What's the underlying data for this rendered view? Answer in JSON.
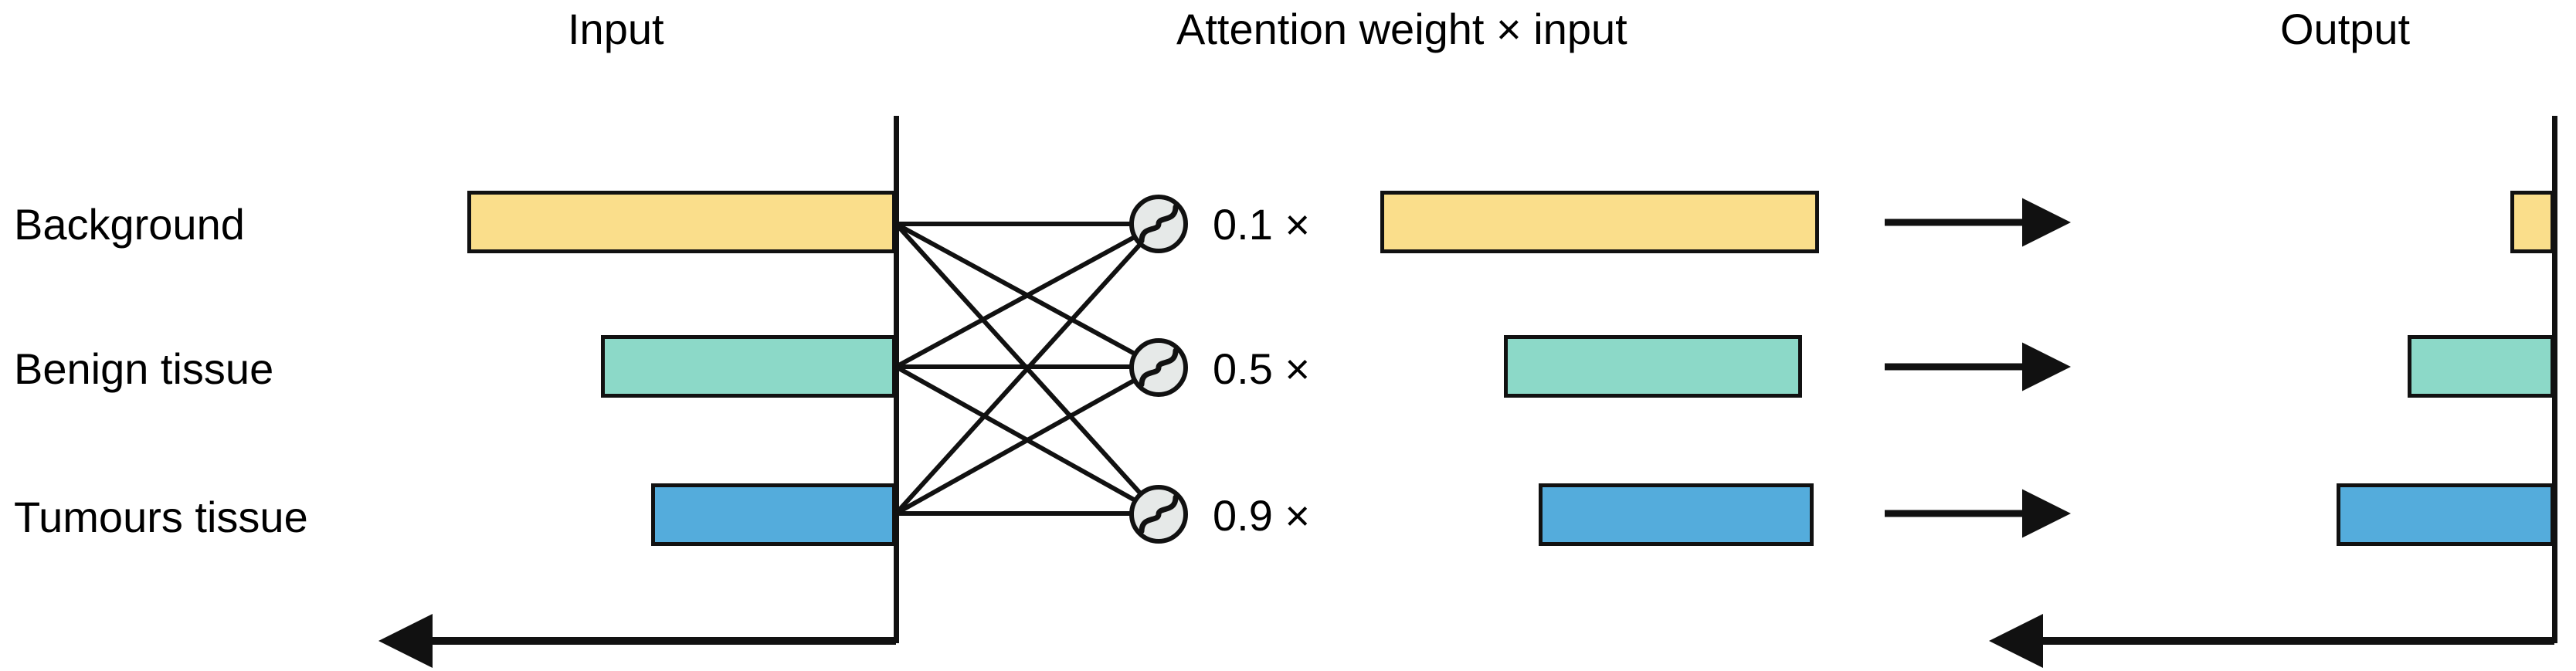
{
  "headers": {
    "input": "Input",
    "attention": "Attention  weight × input",
    "output": "Output"
  },
  "rows": [
    {
      "label": "Background",
      "color": "#fade8b",
      "weight": "0.1 ×",
      "weight_value": 0.1,
      "input_length": 555,
      "weighted_length": 568,
      "output_length": 57,
      "node_icon": "attention-gate-icon",
      "arrow_icon": "arrow-right-icon"
    },
    {
      "label": "Benign tissue",
      "color": "#8cd9c8",
      "weight": "0.5 ×",
      "weight_value": 0.5,
      "input_length": 382,
      "weighted_length": 386,
      "output_length": 190,
      "node_icon": "attention-gate-icon",
      "arrow_icon": "arrow-right-icon"
    },
    {
      "label": "Tumours tissue",
      "color": "#54acdc",
      "weight": "0.9 ×",
      "weight_value": 0.9,
      "input_length": 317,
      "weighted_length": 356,
      "output_length": 282,
      "node_icon": "attention-gate-icon",
      "arrow_icon": "arrow-right-icon"
    }
  ],
  "axes": {
    "left_axis_name": "input-vertical-axis",
    "right_axis_name": "output-vertical-axis",
    "left_baseline_arrow": "left-baseline-arrow-icon",
    "right_baseline_arrow": "right-baseline-arrow-icon"
  },
  "colors": {
    "background_class": "#fade8b",
    "benign_class": "#8cd9c8",
    "tumour_class": "#54acdc",
    "stroke": "#111111",
    "node_fill": "#e6e9e8",
    "page_background": "#ffffff"
  },
  "chart_data": {
    "type": "bar",
    "title": "",
    "categories": [
      "Background",
      "Benign tissue",
      "Tumours tissue"
    ],
    "series": [
      {
        "name": "Input",
        "values": [
          555,
          382,
          317
        ]
      },
      {
        "name": "Attention weight × input",
        "values": [
          568,
          386,
          356
        ]
      },
      {
        "name": "Output",
        "values": [
          57,
          190,
          282
        ]
      }
    ],
    "attention_weights": [
      0.1,
      0.5,
      0.9
    ],
    "xlabel": "",
    "ylabel": "",
    "grid": false,
    "legend": "none",
    "notes": "Bars drawn right-to-left from a vertical axis for Input, left-to-right for Attention weight × input, and right-to-left from a right vertical axis for Output. Fully-connected lines link the three input nodes to the three attention gate nodes."
  }
}
